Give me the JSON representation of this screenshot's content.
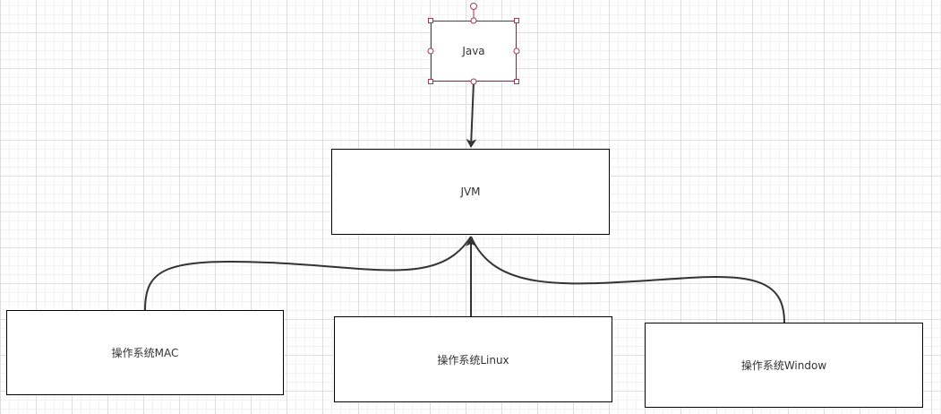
{
  "diagram": {
    "nodes": {
      "java": {
        "label": "Java"
      },
      "jvm": {
        "label": "JVM"
      },
      "mac": {
        "label": "操作系统MAC"
      },
      "linux": {
        "label": "操作系统Linux"
      },
      "window": {
        "label": "操作系统Window"
      }
    },
    "edges": [
      {
        "from": "java",
        "to": "jvm"
      },
      {
        "from": "mac",
        "to": "jvm"
      },
      {
        "from": "linux",
        "to": "jvm"
      },
      {
        "from": "window",
        "to": "jvm"
      }
    ],
    "selected_node": "java",
    "colors": {
      "node_border": "#000000",
      "edge": "#333333",
      "selection": "#9b3e4a",
      "grid": "#dedede"
    }
  }
}
